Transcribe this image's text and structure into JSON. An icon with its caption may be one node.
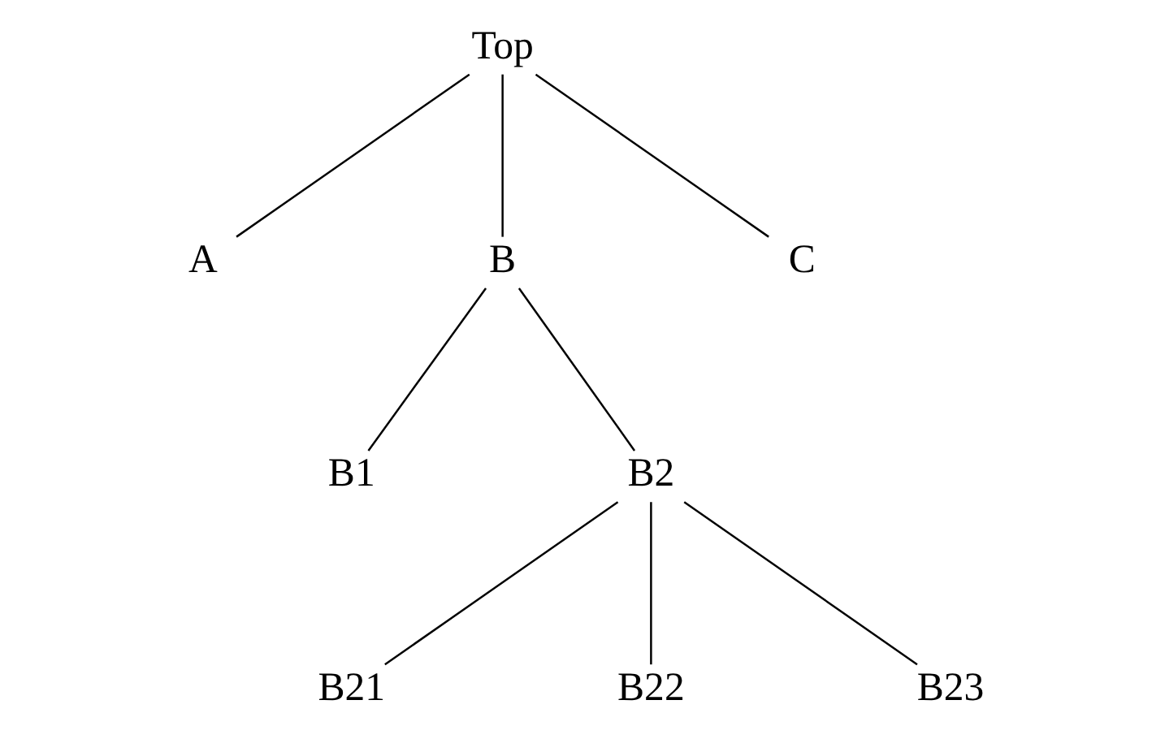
{
  "diagram": {
    "nodes": [
      {
        "text": [
          "Top"
        ]
      },
      {
        "text": [
          "A"
        ]
      },
      {
        "text": [
          "B"
        ]
      },
      {
        "text": [
          "C"
        ]
      },
      {
        "text": [
          "B1"
        ]
      },
      {
        "text": [
          "B2"
        ]
      },
      {
        "text": [
          "B21"
        ]
      },
      {
        "text": [
          "B22"
        ]
      },
      {
        "text": [
          "B23"
        ]
      }
    ],
    "edges": [
      {
        "from": 0,
        "to": 1,
        "arrow": "none"
      },
      {
        "from": 0,
        "to": 2,
        "arrow": "none"
      },
      {
        "from": 0,
        "to": 3,
        "arrow": "none"
      },
      {
        "from": 2,
        "to": 4,
        "arrow": "none"
      },
      {
        "from": 2,
        "to": 5,
        "arrow": "none"
      },
      {
        "from": 5,
        "to": 6,
        "arrow": "none"
      },
      {
        "from": 5,
        "to": 7,
        "arrow": "none"
      },
      {
        "from": 5,
        "to": 8,
        "arrow": "none"
      }
    ]
  }
}
